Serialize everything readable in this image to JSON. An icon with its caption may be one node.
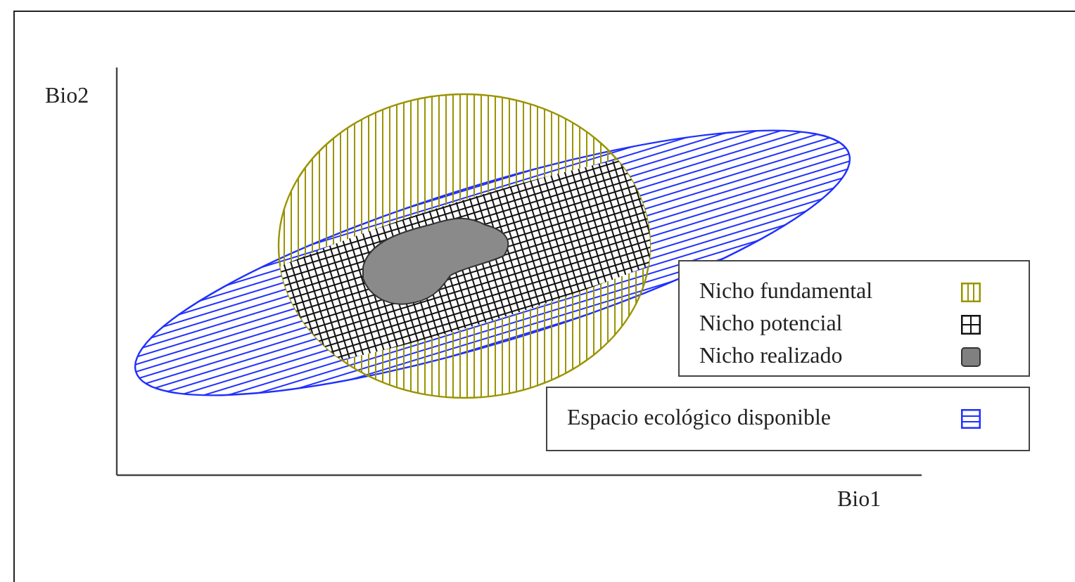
{
  "diagram": {
    "labels": [
      "Bio2",
      "Bio1"
    ],
    "legend": [
      {
        "text": "Nicho fundamental"
      },
      {
        "text": "Nicho potencial"
      },
      {
        "text": "Nicho realizado",
        "color": "#808080"
      },
      {
        "text": "Espacio ecológico disponible"
      }
    ]
  }
}
